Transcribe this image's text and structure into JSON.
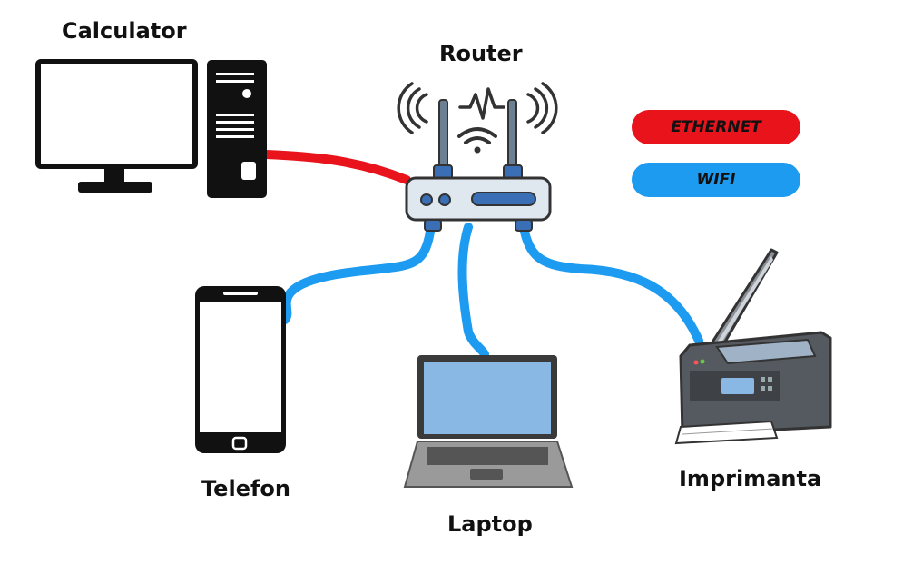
{
  "devices": {
    "calculator": "Calculator",
    "router": "Router",
    "telefon": "Telefon",
    "laptop": "Laptop",
    "imprimanta": "Imprimanta"
  },
  "legend": {
    "ethernet": {
      "label": "ETHERNET",
      "color": "#e8131b"
    },
    "wifi": {
      "label": "WIFI",
      "color": "#1c9bf0"
    }
  },
  "connections": [
    {
      "from": "Calculator",
      "to": "Router",
      "type": "ethernet"
    },
    {
      "from": "Router",
      "to": "Telefon",
      "type": "wifi"
    },
    {
      "from": "Router",
      "to": "Laptop",
      "type": "wifi"
    },
    {
      "from": "Router",
      "to": "Imprimanta",
      "type": "wifi"
    }
  ]
}
